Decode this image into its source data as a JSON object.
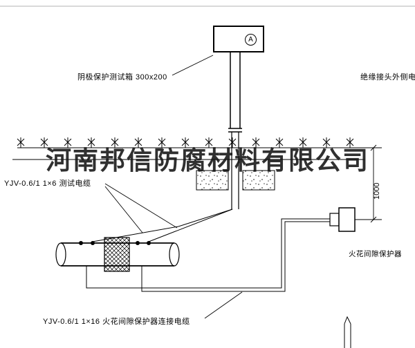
{
  "drawing": {
    "watermark": "河南邦信防腐材料有限公司",
    "labels": {
      "test_box": "阴极保护测试箱 300x200",
      "outer_cable": "绝缘接头外侧电缆",
      "test_cable": "YJV-0.6/1 1×6  测试电缆",
      "spark_gap": "火花间隙保护器",
      "connect_cable": "YJV-0.6/1 1×16  火花间隙保护器连接电缆",
      "dimension": "1000",
      "ammeter": "A"
    },
    "colors": {
      "line": "#000000",
      "background": "#ffffff",
      "watermark": "#141414"
    }
  }
}
